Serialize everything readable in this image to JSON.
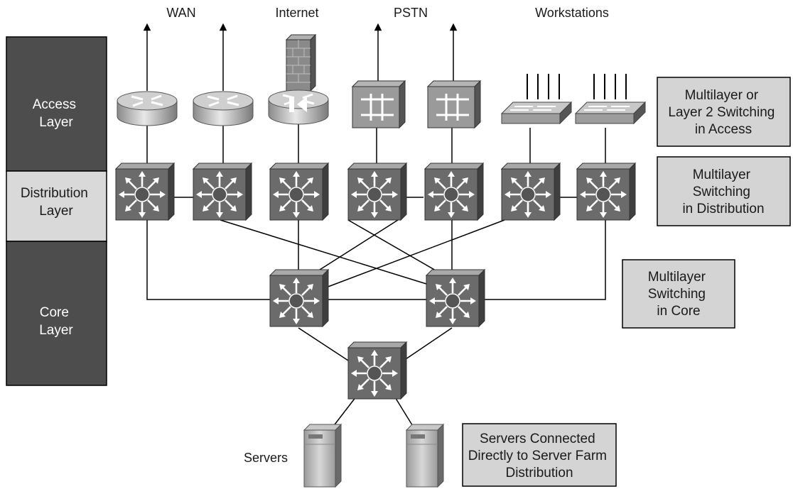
{
  "top_labels": {
    "wan": "WAN",
    "internet": "Internet",
    "pstn": "PSTN",
    "workstations": "Workstations"
  },
  "layers": {
    "access": [
      "Access",
      "Layer"
    ],
    "distribution": [
      "Distribution",
      "Layer"
    ],
    "core": [
      "Core",
      "Layer"
    ]
  },
  "notes": {
    "access": [
      "Multilayer or",
      "Layer 2 Switching",
      "in Access"
    ],
    "distribution": [
      "Multilayer",
      "Switching",
      "in Distribution"
    ],
    "core": [
      "Multilayer",
      "Switching",
      "in Core"
    ],
    "servers": [
      "Servers Connected",
      "Directly to Server Farm",
      "Distribution"
    ]
  },
  "servers_label": "Servers",
  "colors": {
    "layer_dark": "#4d4d4d",
    "layer_light": "#d9d9d9",
    "note_fill": "#d4d4d4",
    "switch_face": "#6b6b6b",
    "line": "#000000"
  },
  "icons": {
    "access_devices": [
      "router-icon",
      "router-icon",
      "firewall-router-icon",
      "voice-gateway-icon",
      "voice-gateway-icon",
      "workgroup-switch-icon",
      "workgroup-switch-icon"
    ],
    "distribution_devices": "multilayer-switch-icon",
    "server_devices": "server-icon"
  }
}
